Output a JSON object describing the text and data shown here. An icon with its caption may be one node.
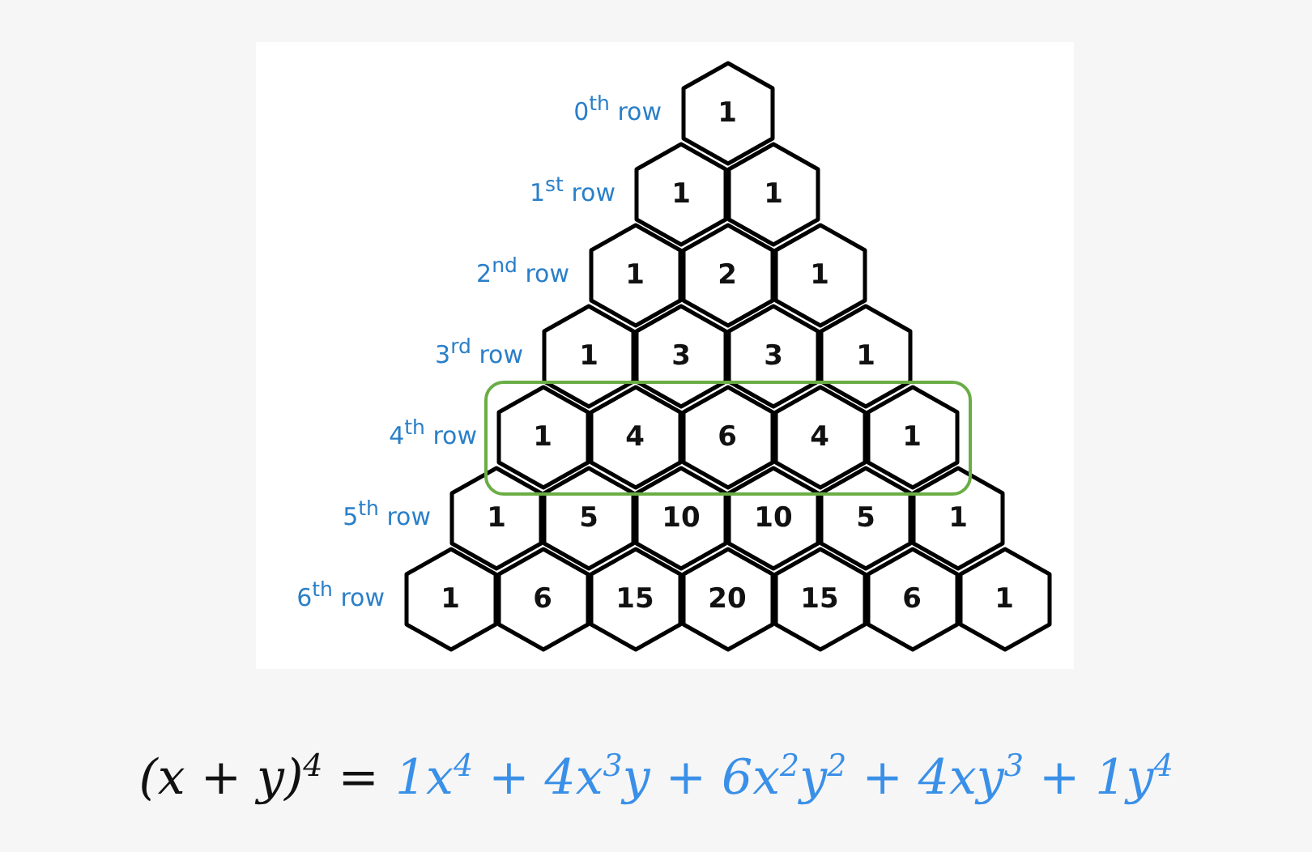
{
  "diagram": {
    "nodes": [
      {
        "text": [
          "1"
        ]
      },
      {
        "text": [
          "1"
        ]
      },
      {
        "text": [
          "1"
        ]
      },
      {
        "text": [
          "1"
        ]
      },
      {
        "text": [
          "2"
        ]
      },
      {
        "text": [
          "1"
        ]
      },
      {
        "text": [
          "1"
        ]
      },
      {
        "text": [
          "3"
        ]
      },
      {
        "text": [
          "3"
        ]
      },
      {
        "text": [
          "1"
        ]
      },
      {
        "text": [],
        "shape": "box"
      },
      {
        "text": [
          "1"
        ],
        "in": 10
      },
      {
        "text": [
          "4"
        ],
        "in": 10
      },
      {
        "text": [
          "6"
        ],
        "in": 10
      },
      {
        "text": [
          "4"
        ],
        "in": 10
      },
      {
        "text": [
          "1"
        ],
        "in": 10
      },
      {
        "text": [
          "1"
        ]
      },
      {
        "text": [
          "5"
        ]
      },
      {
        "text": [
          "10"
        ]
      },
      {
        "text": [
          "10"
        ]
      },
      {
        "text": [
          "5"
        ]
      },
      {
        "text": [
          "1"
        ]
      },
      {
        "text": [
          "1"
        ]
      },
      {
        "text": [
          "6"
        ]
      },
      {
        "text": [
          "15"
        ]
      },
      {
        "text": [
          "20"
        ]
      },
      {
        "text": [
          "15"
        ]
      },
      {
        "text": [
          "6"
        ]
      },
      {
        "text": [
          "1"
        ]
      }
    ],
    "labels": [
      "0$^{th}$ row",
      "1$^{st}$ row",
      "2$^{nd}$ row",
      "3$^{rd}$ row",
      "4$^{th}$ row",
      "5$^{th}$ row",
      "6$^{th}$ row",
      "(x + y)$^{4}$ =",
      "1x$^{4}$ + 4x$^{3}$y + 6x$^{2}$y$^{2}$ + 4xy$^{3}$ + 1y$^{4}$"
    ]
  }
}
